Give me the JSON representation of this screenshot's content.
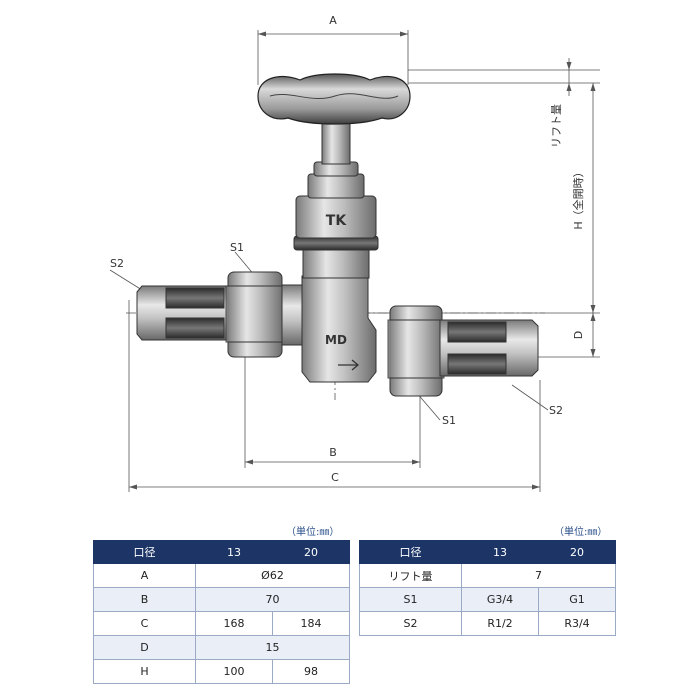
{
  "drawing": {
    "dimension_labels": {
      "A": "A",
      "B": "B",
      "C": "C",
      "D": "D",
      "H": "H（全開時）",
      "lift": "リフト量",
      "S1_left": "S1",
      "S1_right": "S1",
      "S2_left": "S2",
      "S2_right": "S2"
    },
    "body_markings": {
      "bonnet": "TK",
      "body": "MD"
    }
  },
  "unit_note": "（単位:㎜）",
  "table_left": {
    "headers": [
      "口径",
      "13",
      "20"
    ],
    "rows": [
      {
        "label": "A",
        "v13": "Ø62",
        "v20": ""
      },
      {
        "label": "B",
        "v13": "70",
        "v20": ""
      },
      {
        "label": "C",
        "v13": "168",
        "v20": "184"
      },
      {
        "label": "D",
        "v13": "15",
        "v20": ""
      },
      {
        "label": "H",
        "v13": "100",
        "v20": "98"
      }
    ]
  },
  "table_right": {
    "headers": [
      "口径",
      "13",
      "20"
    ],
    "rows": [
      {
        "label": "リフト量",
        "v13": "7",
        "v20": ""
      },
      {
        "label": "S1",
        "v13": "G3/4",
        "v20": "G1"
      },
      {
        "label": "S2",
        "v13": "R1/2",
        "v20": "R3/4"
      }
    ]
  }
}
